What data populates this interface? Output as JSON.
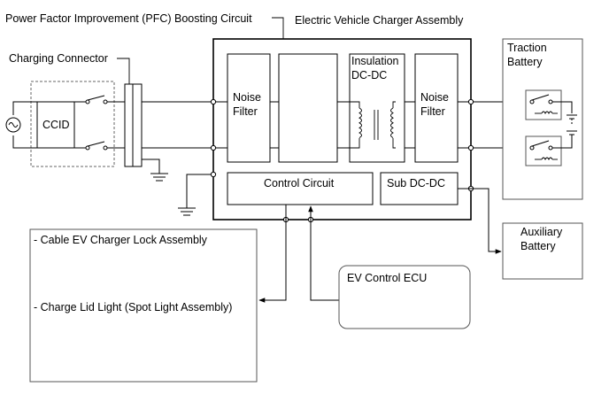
{
  "labels": {
    "pfc": "Power Factor Improvement (PFC) Boosting Circuit",
    "charger_assembly": "Electric Vehicle Charger Assembly",
    "charging_connector": "Charging Connector",
    "ccid": "CCID",
    "noise_filter_1_line1": "Noise",
    "noise_filter_1_line2": "Filter",
    "insulation_line1": "Insulation",
    "insulation_line2": "DC-DC",
    "noise_filter_2_line1": "Noise",
    "noise_filter_2_line2": "Filter",
    "control_circuit": "Control Circuit",
    "sub_dcdc": "Sub DC-DC",
    "traction_line1": "Traction",
    "traction_line2": "Battery",
    "auxiliary_line1": "Auxiliary",
    "auxiliary_line2": "Battery",
    "ev_control_ecu": "EV Control ECU",
    "cable_lock": "- Cable EV Charger Lock Assembly",
    "charge_lid": "- Charge Lid Light (Spot Light Assembly)"
  }
}
